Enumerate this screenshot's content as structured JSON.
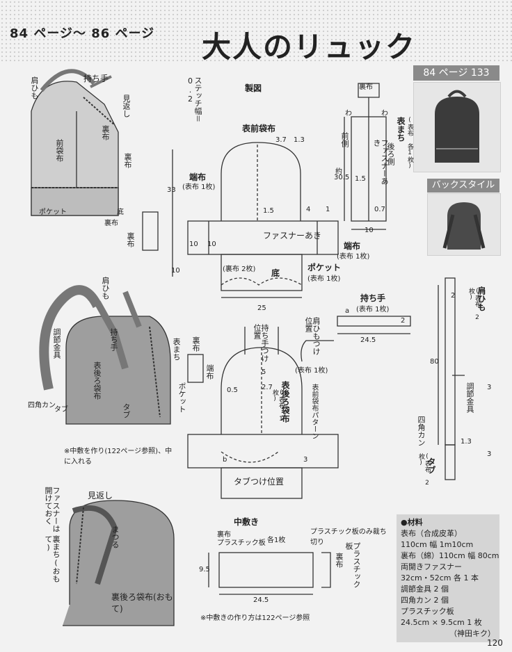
{
  "header": {
    "page_range": "84 ページ〜 86 ページ",
    "title": "大人のリュック"
  },
  "reference": {
    "page_no": "84 ページ 133",
    "back_style": "バックスタイル"
  },
  "labels": {
    "seizu": "製図",
    "stitch": "ステッチ幅＝0.2",
    "omote_mae": "表前袋布",
    "hashi_nuno_1": "端布",
    "hashi_nuno_1_sub": "(表布 1枚)",
    "hashi_nuno_2": "端布",
    "hashi_nuno_2_sub": "(表布 1枚)",
    "fasuna_aki": "ファスナーあき",
    "ura_nuno_2": "(裏布 2枚)",
    "soko": "底",
    "pocket": "ポケット",
    "pocket_sub": "(表布 1枚)",
    "omote_machi": "表まち",
    "omote_machi_sub": "(表布 各1枚)",
    "mochite": "持ち手",
    "mochite_sub": "(表布 1枚)",
    "katahimo": "肩ひも",
    "katahimo_sub": "(表布 2枚)",
    "omote_ushiro": "表後ろ袋布",
    "omote_ushiro_sub": "(表布 1枚)",
    "tsuke_ichi": "つけ位置",
    "mochite_tsuke": "持ち手つけ位置",
    "katahimo_tsuke": "肩ひもつけ位置",
    "tab_tsuke": "タブつけ位置",
    "tab": "タブ",
    "tab_sub": "(表布 2枚)",
    "chosetsu": "調節金具",
    "shikaku": "四角カン",
    "nakashiki": "中敷き",
    "ura_plastic": "裏布",
    "plastic_ban": "プラスチック板",
    "kaku1": "各1枚",
    "plastic_only": "プラスチック板のみ裁ち切り",
    "note_nakashiki": "※中敷きの作り方は122ページ参照",
    "note_nakashiki_make": "※中敷を作り(122ページ参照)、中に入れる",
    "kata_himo_top": "肩ひも",
    "mochite_top": "持ち手",
    "mikaeshi_top": "見返し",
    "ura_top": "裏布",
    "mae_fukuro": "前袋布",
    "pocket_top": "ポケット",
    "soko_top": "底",
    "ura_top2": "裏布",
    "ura_top3": "裏布",
    "mikaeshi_bottom": "見返し",
    "fasuna_hiraku": "ファスナーは開けておく",
    "matsuru": "まつる",
    "ura_machi": "裏まち(おもて)",
    "ura_ushiro": "裏後ろ袋布(おもて)",
    "ura_side": "裏布",
    "omote_machi2": "表まち",
    "hashi_nuno_3": "端布",
    "pocket_mid": "ポケット",
    "tab_mid": "タブ",
    "chosetsu_mid": "調節金具",
    "shikaku_mid": "四角カン",
    "katahimo_mid": "肩ひも",
    "mochite_mid": "持ち手",
    "omote_ushiro_mid": "表後ろ袋布",
    "ushiro_gawa": "後ろ側",
    "mae_gawa": "前側",
    "fasuna_aki_v": "ファスナーあき",
    "omote_mae_pattern": "表前袋布パターン",
    "ura_nuno_v": "裏布",
    "plastic_v": "プラスチック板"
  },
  "dims": {
    "d33": "33",
    "d10a": "10",
    "d10b": "10",
    "d10c": "10",
    "d25": "25",
    "d37": "3.7",
    "d13": "1.3",
    "d15": "1.5",
    "d4": "4",
    "d1": "1",
    "d305": "30.5",
    "d15b": "1.5",
    "d07": "0.7",
    "d10d": "10",
    "d245": "24.5",
    "d2a": "2",
    "d5": "5",
    "d80": "80",
    "d2b": "2",
    "d3a": "3",
    "d13b": "1.3",
    "d3b": "3",
    "d2c": "2",
    "d05": "0.5",
    "d27": "2.7",
    "d3c": "3",
    "d95": "9.5",
    "d245b": "24.5",
    "a1": "a",
    "a2": "a",
    "a3": "a",
    "b1": "b",
    "b2": "b",
    "wa1": "わ",
    "wa2": "わ",
    "yaku": "約"
  },
  "materials": {
    "heading": "●材料",
    "lines": [
      "表布（合成皮革）",
      "110cm 幅 1m10cm",
      "裏布（綿）110cm 幅 80cm",
      "両開きファスナー",
      "32cm・52cm 各 1 本",
      "調節金具 2 個",
      "四角カン 2 個",
      "プラスチック板",
      "24.5cm × 9.5cm 1 枚",
      "（神田キク）"
    ]
  },
  "footer": {
    "page_number": "120"
  }
}
